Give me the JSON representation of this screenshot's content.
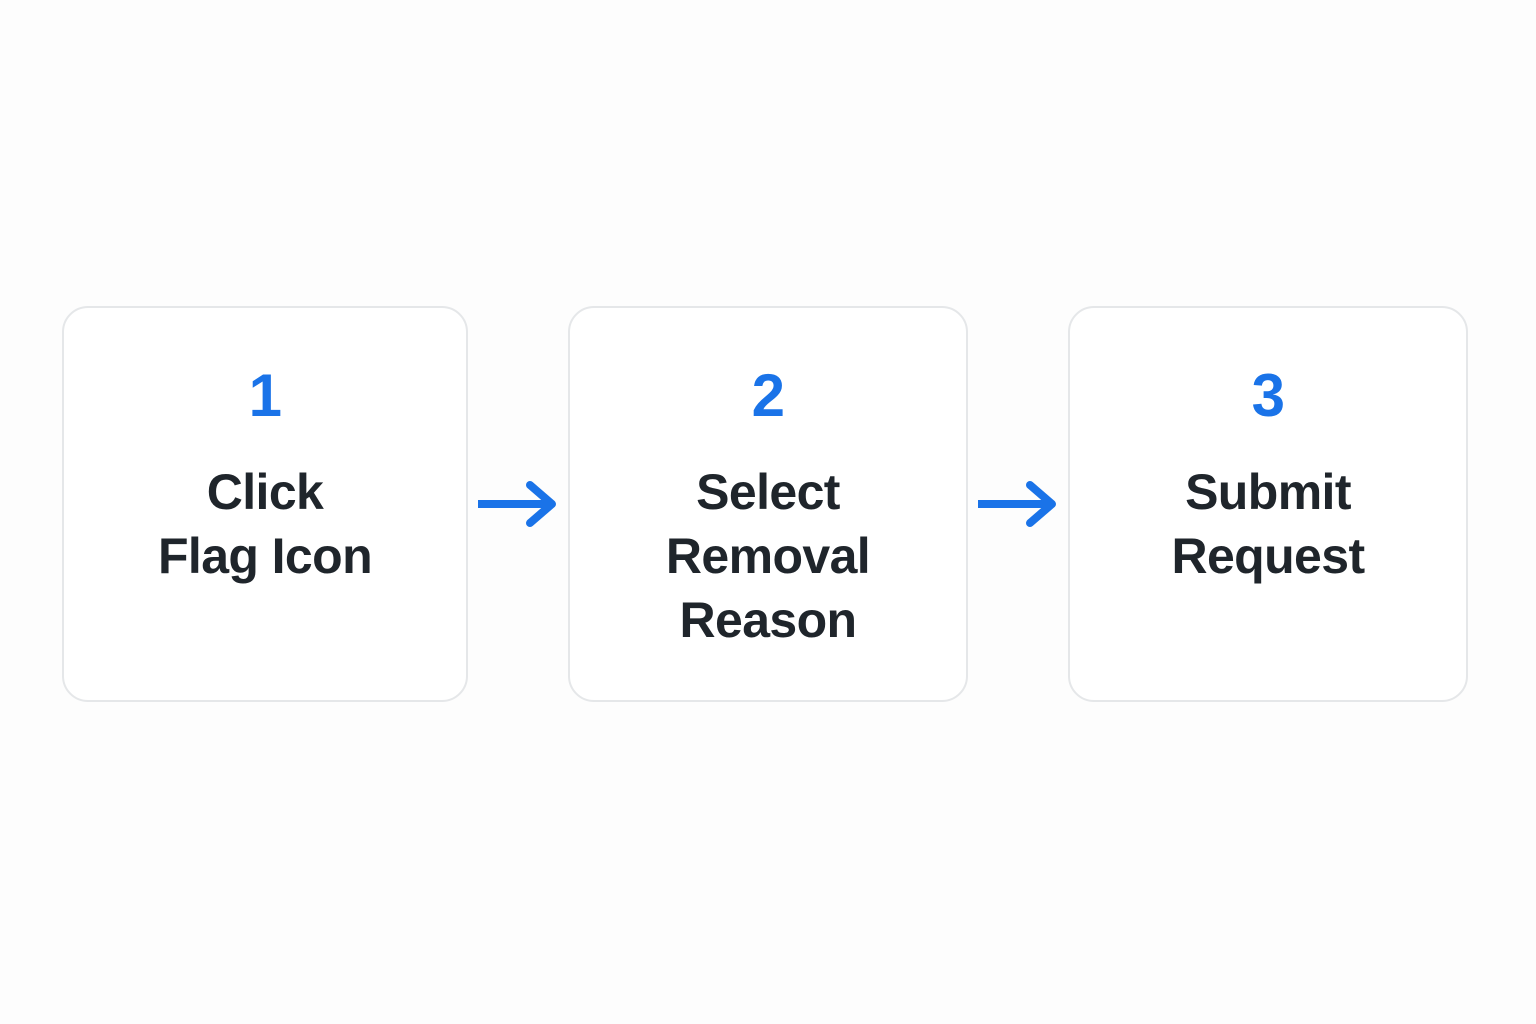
{
  "page": {
    "background_color": "#fdfdfd",
    "accent_color": "#1a73e8",
    "text_color": "#1f252b",
    "card_border_color": "#e5e7e9",
    "card_fill_color": "#ffffff"
  },
  "flow": {
    "orientation": "horizontal",
    "steps": [
      {
        "number": "1",
        "label_lines": [
          "Click",
          "Flag Icon"
        ],
        "label_text": "Click Flag Icon"
      },
      {
        "number": "2",
        "label_lines": [
          "Select",
          "Removal",
          "Reason"
        ],
        "label_text": "Select Removal Reason"
      },
      {
        "number": "3",
        "label_lines": [
          "Submit",
          "Request"
        ],
        "label_text": "Submit Request"
      }
    ],
    "connectors": [
      {
        "icon": "arrow-right-icon",
        "color": "#1a73e8"
      },
      {
        "icon": "arrow-right-icon",
        "color": "#1a73e8"
      }
    ]
  }
}
